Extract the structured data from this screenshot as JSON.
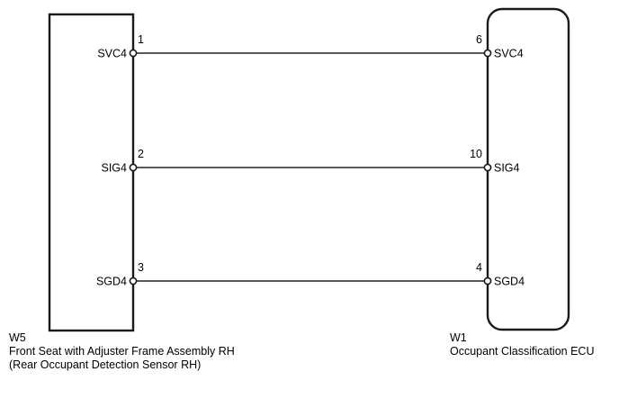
{
  "diagram": {
    "type": "wiring-harness-connector-diagram",
    "background": "#ffffff",
    "wire_color": "#595959",
    "outline_color": "#1a1a1a",
    "connectors": {
      "left": {
        "code": "W5",
        "name": "Front Seat with Adjuster Frame Assembly RH",
        "subname": "(Rear Occupant Detection Sensor RH)",
        "shape": "rectangle"
      },
      "right": {
        "code": "W1",
        "name": "Occupant Classification ECU",
        "subname": "",
        "shape": "rounded-rectangle"
      }
    },
    "connections": [
      {
        "signal": "SVC4",
        "left_pin": "1",
        "left_label": "SVC4",
        "right_pin": "6",
        "right_label": "SVC4"
      },
      {
        "signal": "SIG4",
        "left_pin": "2",
        "left_label": "SIG4",
        "right_pin": "10",
        "right_label": "SIG4"
      },
      {
        "signal": "SGD4",
        "left_pin": "3",
        "left_label": "SGD4",
        "right_pin": "4",
        "right_label": "SGD4"
      }
    ]
  }
}
